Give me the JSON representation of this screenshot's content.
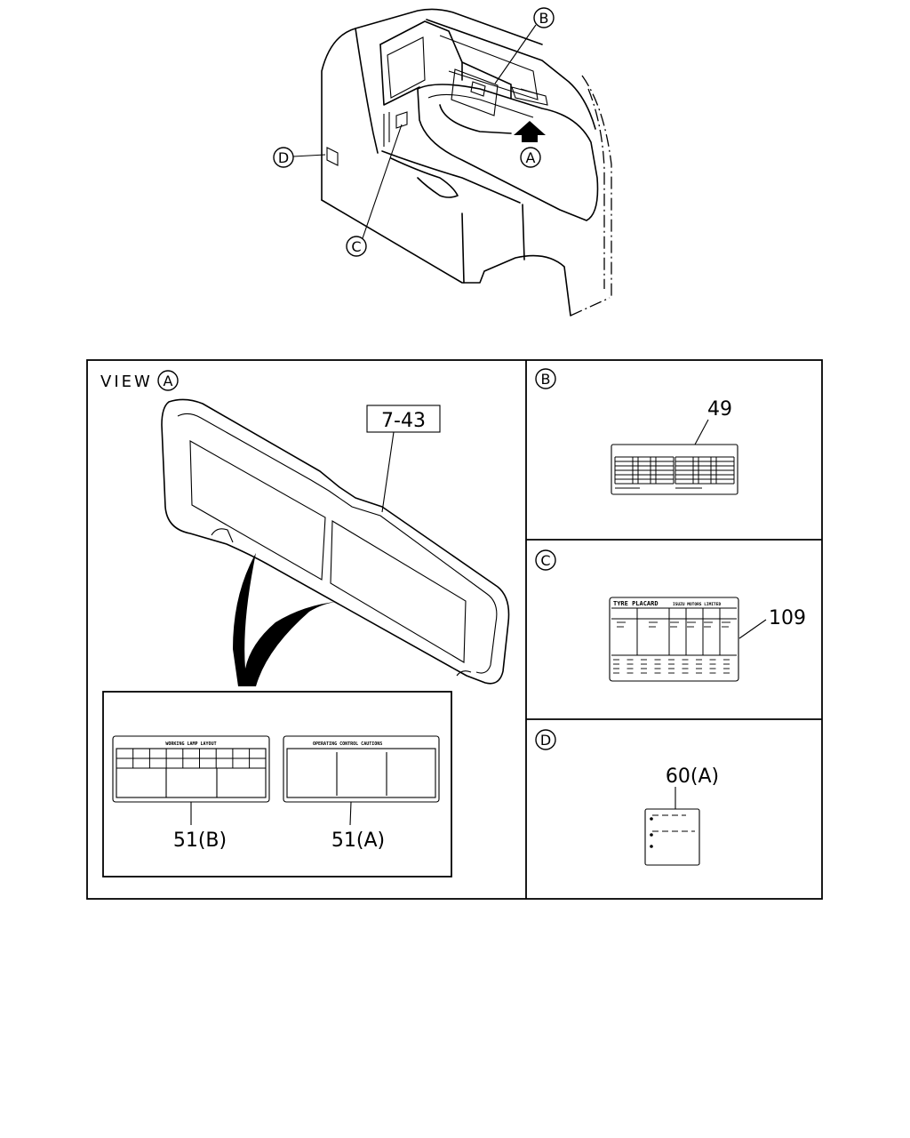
{
  "callouts": {
    "overview_a": "A",
    "overview_b": "B",
    "overview_c": "C",
    "overview_d": "D"
  },
  "view_a": {
    "title": "VIEW",
    "title_marker": "A",
    "ref_label": "7-43",
    "label_left_title": "WORKING LAMP LAYOUT",
    "label_left_part": "51(B)",
    "label_right_title": "OPERATING CONTROL CAUTIONS",
    "label_right_part": "51(A)"
  },
  "detail_b": {
    "marker": "B",
    "part": "49"
  },
  "detail_c": {
    "marker": "C",
    "part": "109",
    "placard_title": "TYRE PLACARD",
    "placard_company": "ISUZU MOTORS LIMITED"
  },
  "detail_d": {
    "marker": "D",
    "part": "60(A)"
  }
}
